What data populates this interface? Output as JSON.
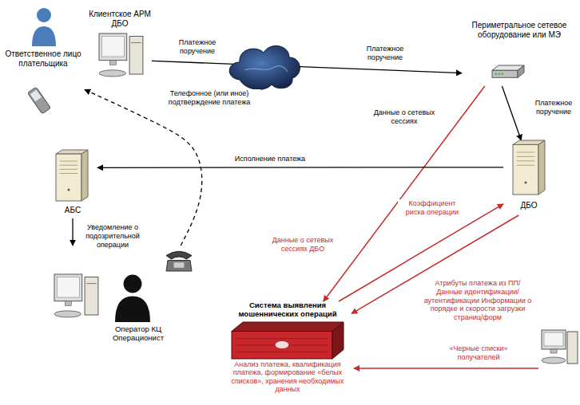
{
  "diagram": {
    "nodes": [
      {
        "text": [
          "Ответственное лицо плательщика"
        ]
      },
      {
        "text": [
          "Клиентское АРМ ДБО"
        ]
      },
      {
        "text": [
          "Периметральное сетевое оборудование или МЭ"
        ]
      },
      {
        "text": [
          "ДБО"
        ]
      },
      {
        "text": [
          "АБС"
        ]
      },
      {
        "text": [
          "Оператор КЦ Операционист"
        ]
      },
      {
        "text": [
          "Система выявления мошеннических операций",
          "Анализ платежа, квалификация платежа, формирование «белых списков», хранения необходимых данных"
        ]
      }
    ],
    "edges": [
      {
        "from": 1,
        "to": 2,
        "label": "Платежное поручение",
        "arrow": "to"
      },
      {
        "from": 2,
        "to": 3,
        "label": "Платежное поручение",
        "arrow": "to"
      },
      {
        "from": 2,
        "to": 6,
        "label": "Данные о сетевых сессиях ДБО",
        "arrow": "to"
      },
      {
        "from": 3,
        "to": 4,
        "label": "Исполнение платежа",
        "arrow": "to"
      },
      {
        "from": 6,
        "to": 3,
        "label": "Коэффициент риска операции",
        "arrow": "to"
      },
      {
        "from": 3,
        "to": 6,
        "label": "Атрибуты платежа из ПП/ Данные идентификации/ аутентификации Информации о порядке и скорости загрузки страниц/форм",
        "arrow": "to"
      },
      {
        "from": 4,
        "to": 5,
        "label": "Уведомление о подозрительной операции",
        "arrow": "to"
      },
      {
        "from": 5,
        "to": 0,
        "label": "Телефонное (или иное) подтверждение платежа",
        "arrow": "to"
      }
    ],
    "labels": [
      "Платежное поручение",
      "Данные о сетевых сессиях",
      "«Черные списки» получателей"
    ]
  }
}
